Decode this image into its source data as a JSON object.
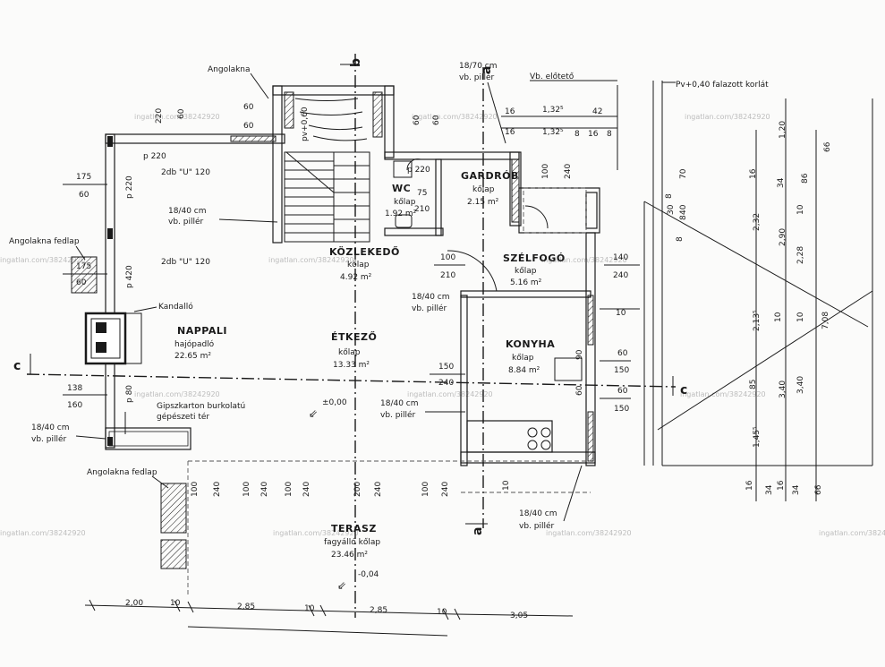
{
  "rooms": {
    "nappali": {
      "name": "NAPPALI",
      "floor": "hajópadló",
      "area": "22.65 m²"
    },
    "etkezo": {
      "name": "ÉTKEZŐ",
      "floor": "kőlap",
      "area": "13.33 m²"
    },
    "kozlekedo": {
      "name": "KÖZLEKEDŐ",
      "floor": "kőlap",
      "area": "4.92 m²"
    },
    "wc": {
      "name": "WC",
      "floor": "kőlap",
      "area": "1.92 m²"
    },
    "gardrob": {
      "name": "GARDRÓB",
      "floor": "kőlap",
      "area": "2.15 m²"
    },
    "szelfogo": {
      "name": "SZÉLFOGÓ",
      "floor": "kőlap",
      "area": "5.16 m²"
    },
    "konyha": {
      "name": "KONYHA",
      "floor": "kőlap",
      "area": "8.84 m²"
    },
    "terasz": {
      "name": "TERASZ",
      "floor": "fagyálló kőlap",
      "area": "23.46 m²"
    }
  },
  "labels": {
    "angolakna_top": "Angolakna",
    "angolakna_fedlap_left": "Angolakna fedlap",
    "angolakna_fedlap_bottom": "Angolakna fedlap",
    "kandallo": "Kandalló",
    "gipszkarton_1": "Gipszkarton burkolatú",
    "gipszkarton_2": "gépészeti tér",
    "vb_eloteto": "Vb. előtető",
    "korlat": "Pv+0,40 falazott korlát",
    "pillar_1a": "18/40 cm",
    "pillar_1b": "vb. pillér",
    "pillar_2a": "18/40 cm",
    "pillar_2b": "vb. pillér",
    "pillar_3a": "18/40 cm",
    "pillar_3b": "vb. pillér",
    "pillar_4a": "18/40 cm",
    "pillar_4b": "vb. pillér",
    "pillar_5a": "18/40 cm",
    "pillar_5b": "vb. pillér",
    "pillar_top_a": "18/70 cm",
    "pillar_top_b": "vb. pillér",
    "lintel_1": "2db \"U\" 120",
    "lintel_2": "2db \"U\" 120",
    "level_zero": "±0,00",
    "level_terrace": "-0,04",
    "p220_top": "p 220",
    "p220_side": "p 220",
    "p420": "p 420",
    "p80": "p 80",
    "p220_wc": "p 220",
    "stair_note": "pv+0,60",
    "watermark": "ingatlan.com/38242920"
  },
  "axes": {
    "a_top": "a",
    "a_bottom": "a",
    "b_top": "b",
    "c_left": "c",
    "c_right": "c"
  },
  "dimensions": {
    "bottom": [
      "2,00",
      "10",
      "2,85",
      "10",
      "2,85",
      "10",
      "3,05"
    ],
    "bottom_openings": [
      "100",
      "240",
      "100",
      "240",
      "100",
      "240",
      "200",
      "240",
      "100",
      "240",
      "10"
    ],
    "right_vertical_1": [
      "1,20",
      "16",
      "34",
      "86",
      "10",
      "2,32",
      "10",
      "2,13⁵",
      "10",
      "85",
      "1,45⁵",
      "16",
      "34",
      "16"
    ],
    "right_vertical_2": [
      "66",
      "2,90",
      "2,28",
      "3,40",
      "3,40",
      "34",
      "66"
    ],
    "right_vertical_3": [
      "7,08"
    ],
    "right_small": [
      "8",
      "70",
      "8",
      "40",
      "30",
      "8"
    ],
    "top_right_1": [
      "16",
      "1,32⁵",
      "42"
    ],
    "top_right_2": [
      "16",
      "1,32⁵",
      "8",
      "16",
      "8"
    ],
    "left_pairs": [
      "220",
      "60",
      "175",
      "60",
      "175",
      "60",
      "138",
      "160"
    ],
    "stair_top": [
      "60",
      "60",
      "60",
      "60"
    ],
    "wc_dims": [
      "220",
      "75",
      "210"
    ],
    "gardrob_dims": [
      "100",
      "240"
    ],
    "szelfogo_dims": [
      "100",
      "210",
      "140",
      "240"
    ],
    "konyha_dims": [
      "150",
      "240",
      "10",
      "60",
      "150",
      "60",
      "150",
      "90",
      "60"
    ]
  }
}
